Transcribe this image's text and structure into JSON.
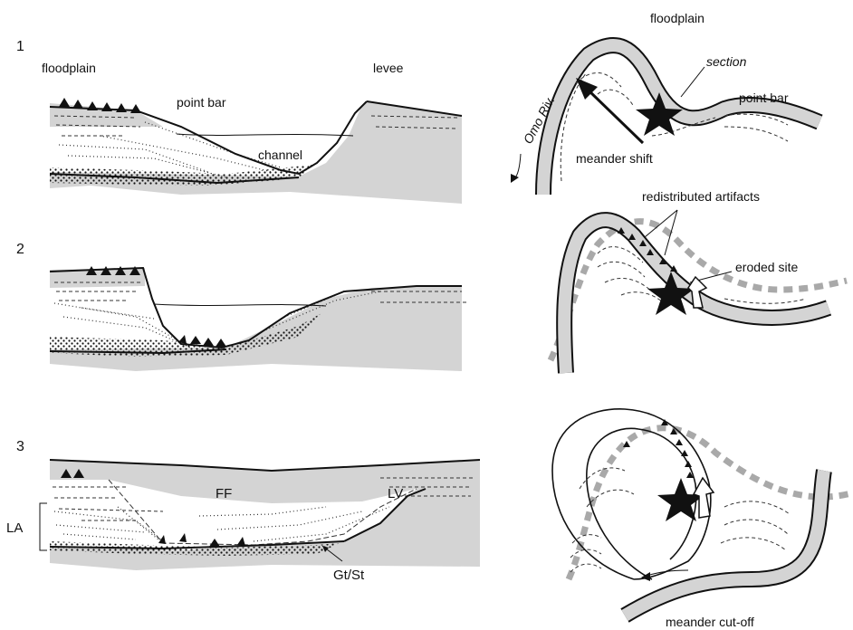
{
  "stage_numbers": {
    "s1": "1",
    "s2": "2",
    "s3": "3"
  },
  "section1": {
    "floodplain": "floodplain",
    "point_bar": "point bar",
    "levee": "levee",
    "channel": "channel"
  },
  "section3": {
    "ff": "FF",
    "lv": "LV",
    "la": "LA",
    "gt_st": "Gt/St"
  },
  "map1": {
    "floodplain": "floodplain",
    "section": "section",
    "river": "Omo Riv.",
    "point_bar": "point bar",
    "meander_shift": "meander shift"
  },
  "map2": {
    "redistributed": "redistributed artifacts",
    "eroded_site": "eroded site"
  },
  "map3": {
    "cutoff": "meander cut-off"
  }
}
